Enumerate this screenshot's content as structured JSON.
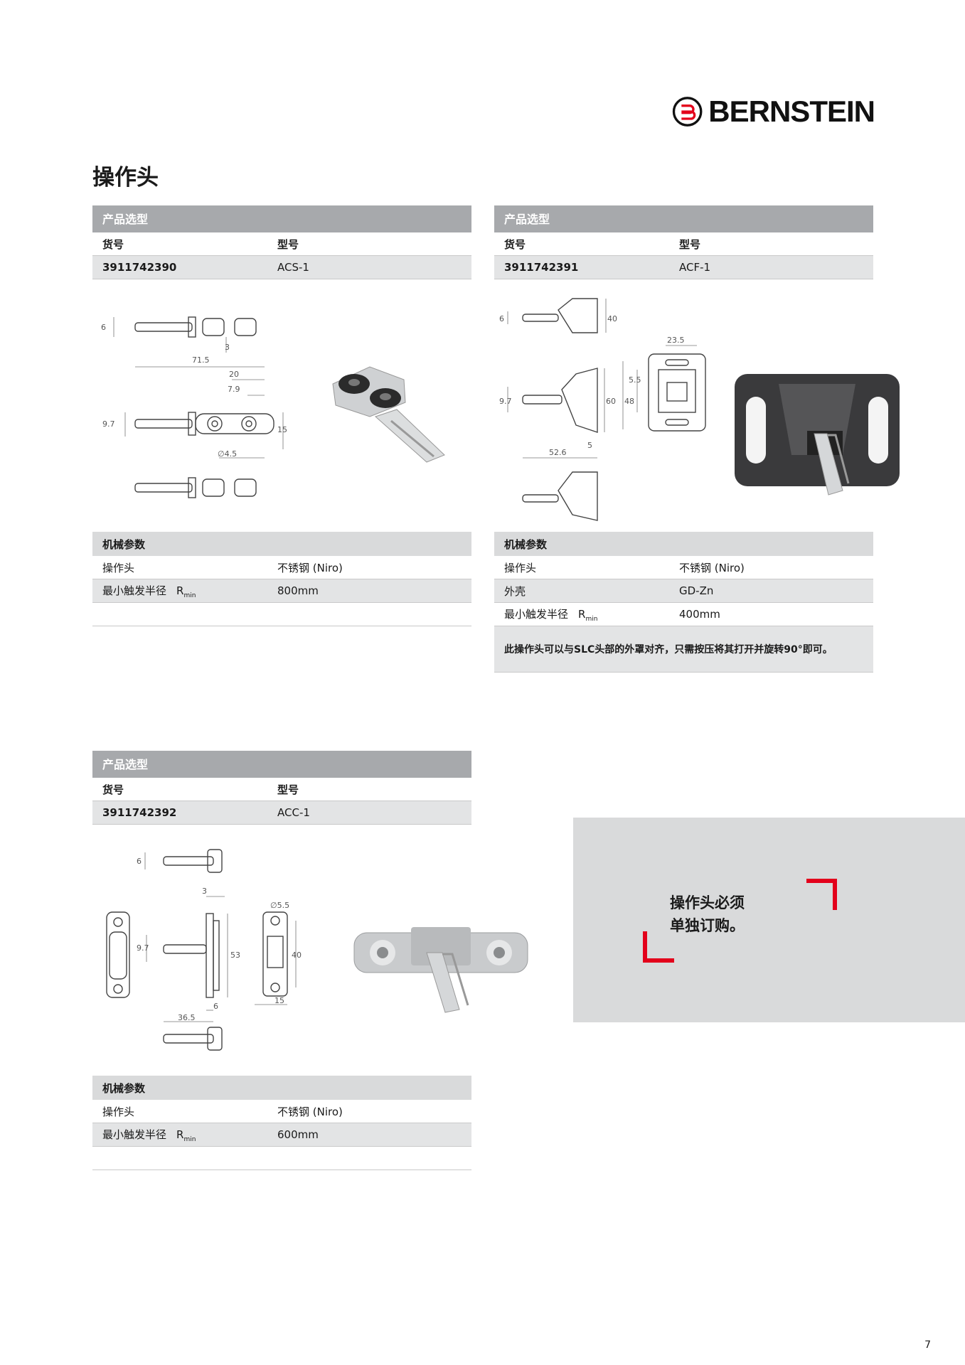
{
  "brand": {
    "name": "BERNSTEIN"
  },
  "title": "操作头",
  "labels": {
    "selection": "产品选型",
    "part_no": "货号",
    "model": "型号",
    "mech": "机械参数",
    "rmin": "R",
    "rmin_sub": "min"
  },
  "products": [
    {
      "part_no": "3911742390",
      "model": "ACS-1",
      "params": [
        {
          "label": "操作头",
          "value": "不锈钢 (Niro)"
        },
        {
          "label": "最小触发半径",
          "value": "800mm",
          "rmin": true
        }
      ],
      "dims": [
        "6",
        "3",
        "71.5",
        "20",
        "7.9",
        "9.7",
        "15",
        "∅4.5"
      ]
    },
    {
      "part_no": "3911742391",
      "model": "ACF-1",
      "params": [
        {
          "label": "操作头",
          "value": "不锈钢 (Niro)"
        },
        {
          "label": "外壳",
          "value": "GD-Zn"
        },
        {
          "label": "最小触发半径",
          "value": "400mm",
          "rmin": true
        }
      ],
      "note": "此操作头可以与SLC头部的外罩对齐，只需按压将其打开并旋转90°即可。",
      "dims": [
        "6",
        "40",
        "23.5",
        "5.5",
        "9.7",
        "60",
        "48",
        "5",
        "52.6"
      ]
    },
    {
      "part_no": "3911742392",
      "model": "ACC-1",
      "params": [
        {
          "label": "操作头",
          "value": "不锈钢 (Niro)"
        },
        {
          "label": "最小触发半径",
          "value": "600mm",
          "rmin": true
        }
      ],
      "dims": [
        "6",
        "3",
        "∅5.5",
        "9.7",
        "53",
        "40",
        "6",
        "15",
        "36.5"
      ]
    }
  ],
  "callout": {
    "line1": "操作头必须",
    "line2": "单独订购。"
  },
  "page_number": "7",
  "colors": {
    "accent": "#e3001b",
    "header_gray": "#a7a9ac",
    "row_gray": "#e3e4e5",
    "callout_gray": "#d9dadb"
  }
}
